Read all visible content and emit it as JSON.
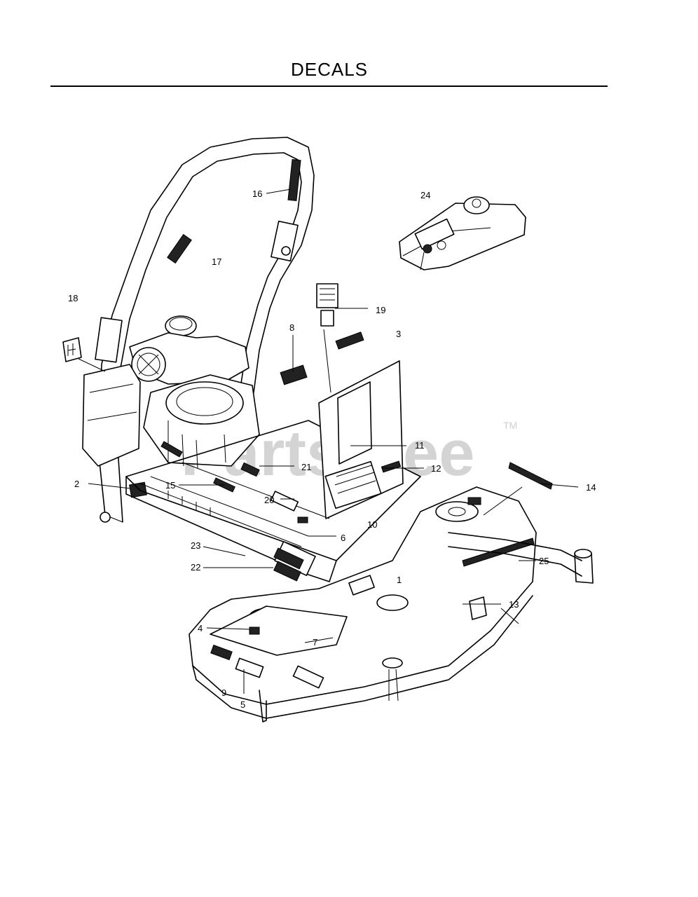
{
  "page": {
    "title": "DECALS",
    "watermark": "PartsTree",
    "watermark_tm": "TM"
  },
  "callouts": [
    {
      "id": "c1",
      "text": "1"
    },
    {
      "id": "c2",
      "text": "2"
    },
    {
      "id": "c3",
      "text": "3"
    },
    {
      "id": "c4",
      "text": "4"
    },
    {
      "id": "c5",
      "text": "5"
    },
    {
      "id": "c6",
      "text": "6"
    },
    {
      "id": "c7",
      "text": "7"
    },
    {
      "id": "c8",
      "text": "8"
    },
    {
      "id": "c9",
      "text": "9"
    },
    {
      "id": "c10",
      "text": "10"
    },
    {
      "id": "c11",
      "text": "11"
    },
    {
      "id": "c12",
      "text": "12"
    },
    {
      "id": "c13",
      "text": "13"
    },
    {
      "id": "c14",
      "text": "14"
    },
    {
      "id": "c15",
      "text": "15"
    },
    {
      "id": "c16",
      "text": "16"
    },
    {
      "id": "c17",
      "text": "17"
    },
    {
      "id": "c18",
      "text": "18"
    },
    {
      "id": "c19",
      "text": "19"
    },
    {
      "id": "c20",
      "text": "20"
    },
    {
      "id": "c21",
      "text": "21"
    },
    {
      "id": "c22",
      "text": "22"
    },
    {
      "id": "c23",
      "text": "23"
    },
    {
      "id": "c24",
      "text": "24"
    },
    {
      "id": "c25",
      "text": "25"
    }
  ]
}
